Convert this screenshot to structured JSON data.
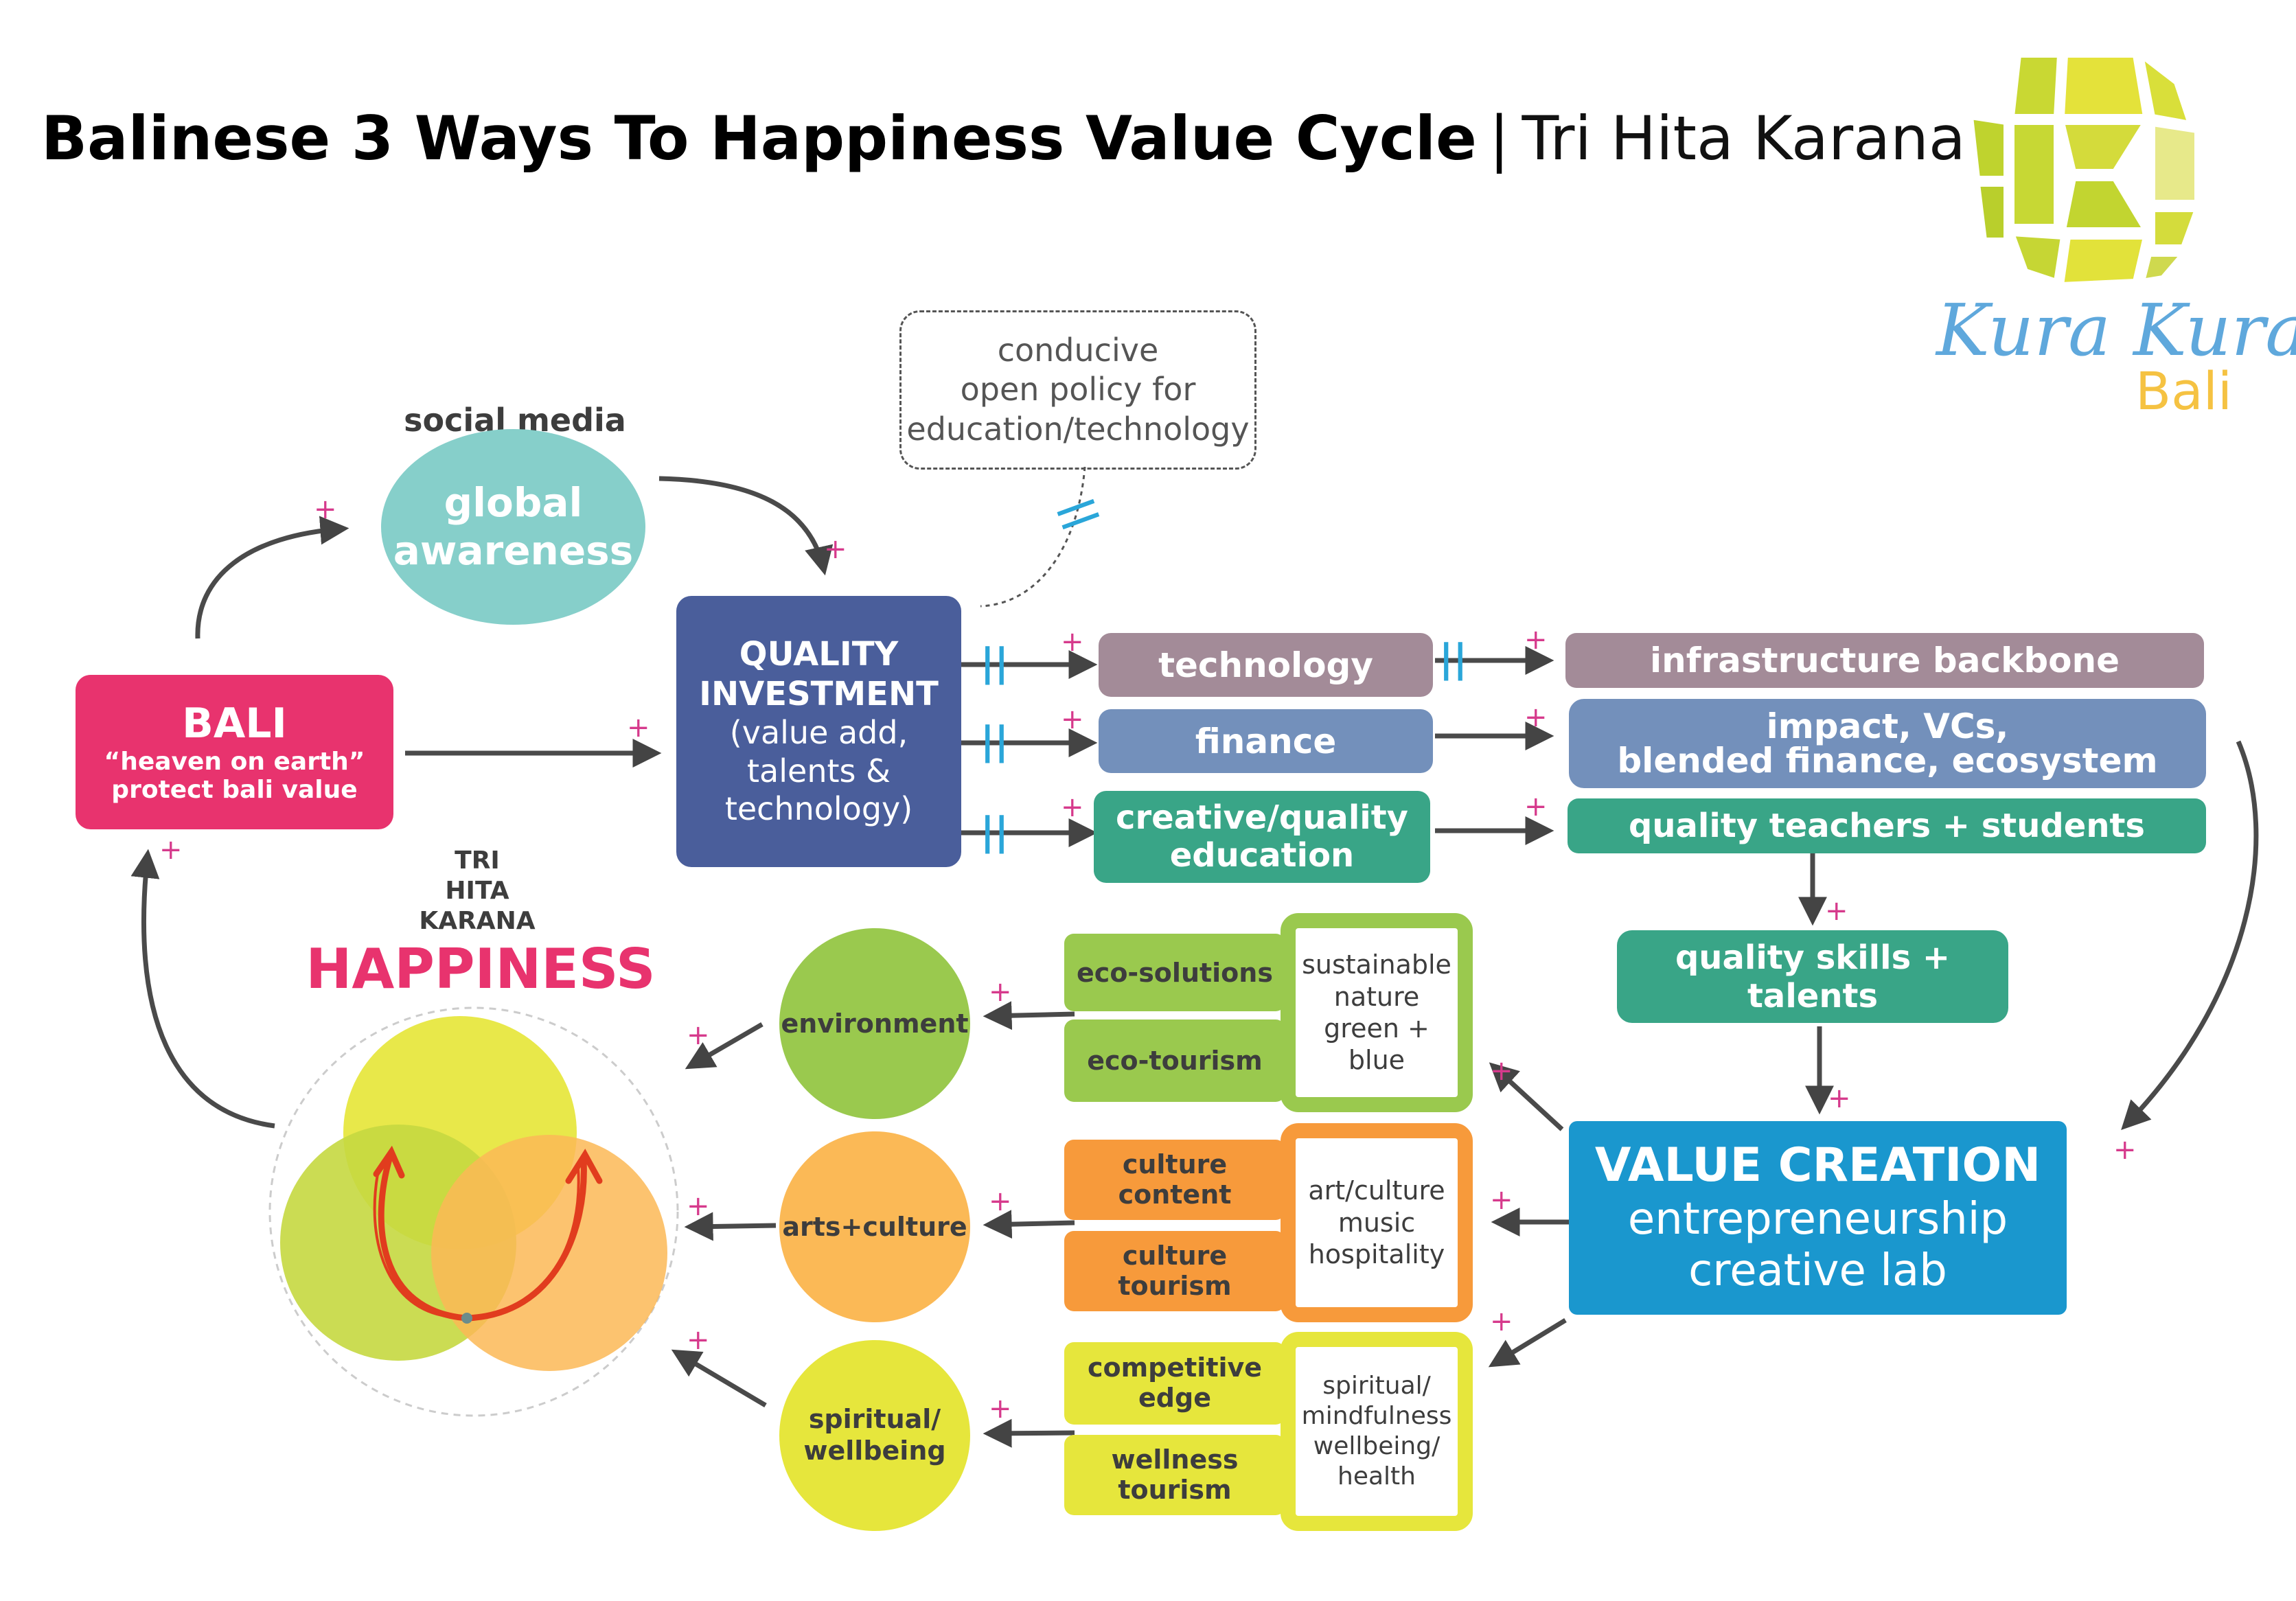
{
  "title": {
    "main": "Balinese 3 Ways To Happiness Value Cycle",
    "separator": "|",
    "sub": "Tri Hita Karana"
  },
  "logo": {
    "line1": "Kura Kura",
    "line2": "Bali"
  },
  "bali": {
    "title": "BALI",
    "line1": "“heaven on earth”",
    "line2": "protect bali value"
  },
  "social_media": "social media",
  "global_awareness": {
    "line1": "global",
    "line2": "awareness"
  },
  "policy": {
    "line1": "conducive",
    "line2": "open policy for",
    "line3": "education/technology"
  },
  "quality_investment": {
    "line1": "QUALITY",
    "line2": "INVESTMENT",
    "line3": "(value add,",
    "line4": "talents &",
    "line5": "technology)"
  },
  "technology": "technology",
  "finance": "finance",
  "education": {
    "line1": "creative/quality",
    "line2": "education"
  },
  "infrastructure": "infrastructure backbone",
  "impact": {
    "line1": "impact, VCs,",
    "line2": "blended finance, ecosystem"
  },
  "teachers": "quality teachers + students",
  "skills": "quality skills + talents",
  "value_creation": {
    "title": "VALUE CREATION",
    "line1": "entrepreneurship",
    "line2": "creative lab"
  },
  "tri_hita_karana": {
    "line1": "TRI",
    "line2": "HITA",
    "line3": "KARANA",
    "happiness": "HAPPINESS"
  },
  "environment": {
    "circle": "environment",
    "item1": "eco-solutions",
    "item2": "eco-tourism",
    "frame": {
      "line1": "sustainable",
      "line2": "nature",
      "line3": "green + blue"
    }
  },
  "arts": {
    "circle": "arts+culture",
    "item1": {
      "line1": "culture",
      "line2": "content"
    },
    "item2": {
      "line1": "culture",
      "line2": "tourism"
    },
    "frame": {
      "line1": "art/culture",
      "line2": "music",
      "line3": "hospitality"
    }
  },
  "spiritual": {
    "circle": {
      "line1": "spiritual/",
      "line2": "wellbeing"
    },
    "item1": {
      "line1": "competitive",
      "line2": "edge"
    },
    "item2": {
      "line1": "wellness",
      "line2": "tourism"
    },
    "frame": {
      "line1": "spiritual/",
      "line2": "mindfulness",
      "line3": "wellbeing/",
      "line4": "health"
    }
  },
  "plus_sign": "+",
  "delay_mark": "||",
  "colors": {
    "pink": "#e8336e",
    "teal_circle": "#86cfca",
    "navy": "#4a5e9b",
    "mauve": "#a38b98",
    "steel_blue": "#7390bb",
    "green_teal": "#39a587",
    "bright_blue": "#1a97ce",
    "green": "#9ac94e",
    "orange": "#f79a3b",
    "light_orange": "#fbb956",
    "yellow": "#e6e63c",
    "plus": "#d63a8c",
    "delay": "#2aa6d9",
    "logo_blue": "#5fa8dc",
    "logo_gold": "#f5c242"
  }
}
